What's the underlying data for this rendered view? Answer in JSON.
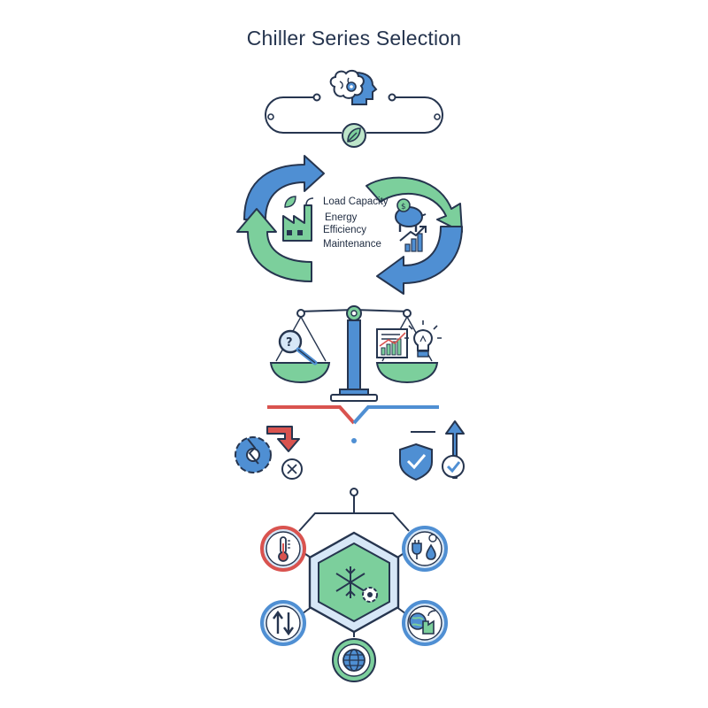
{
  "title": "Chiller Series Selection",
  "criteria": {
    "load_capacity": "Load Capacity",
    "energy_efficiency_line1": "Energy",
    "energy_efficiency_line2": "Efficiency",
    "maintenance": "Maintenance"
  },
  "colors": {
    "blue": "#4f8fd3",
    "green": "#7ccf9c",
    "red": "#d9534f",
    "navy": "#26354f",
    "light_green": "#bde5c9",
    "light_blue": "#d7e7f7"
  },
  "icons": {
    "top": [
      "brain-gear-icon",
      "leaf-icon"
    ],
    "cycle": [
      "factory-icon",
      "piggy-bank-icon",
      "growth-chart-icon"
    ],
    "scale": [
      "magnifier-question-icon",
      "report-chart-icon",
      "lightbulb-icon"
    ],
    "outcomes": [
      "broken-gear-icon",
      "x-circle-icon",
      "shield-check-icon",
      "check-circle-icon"
    ],
    "hub": [
      "snowflake-gear-icon",
      "thermometer-icon",
      "plug-water-icon",
      "updown-arrows-icon",
      "globe-icon",
      "eco-factory-icon"
    ]
  }
}
